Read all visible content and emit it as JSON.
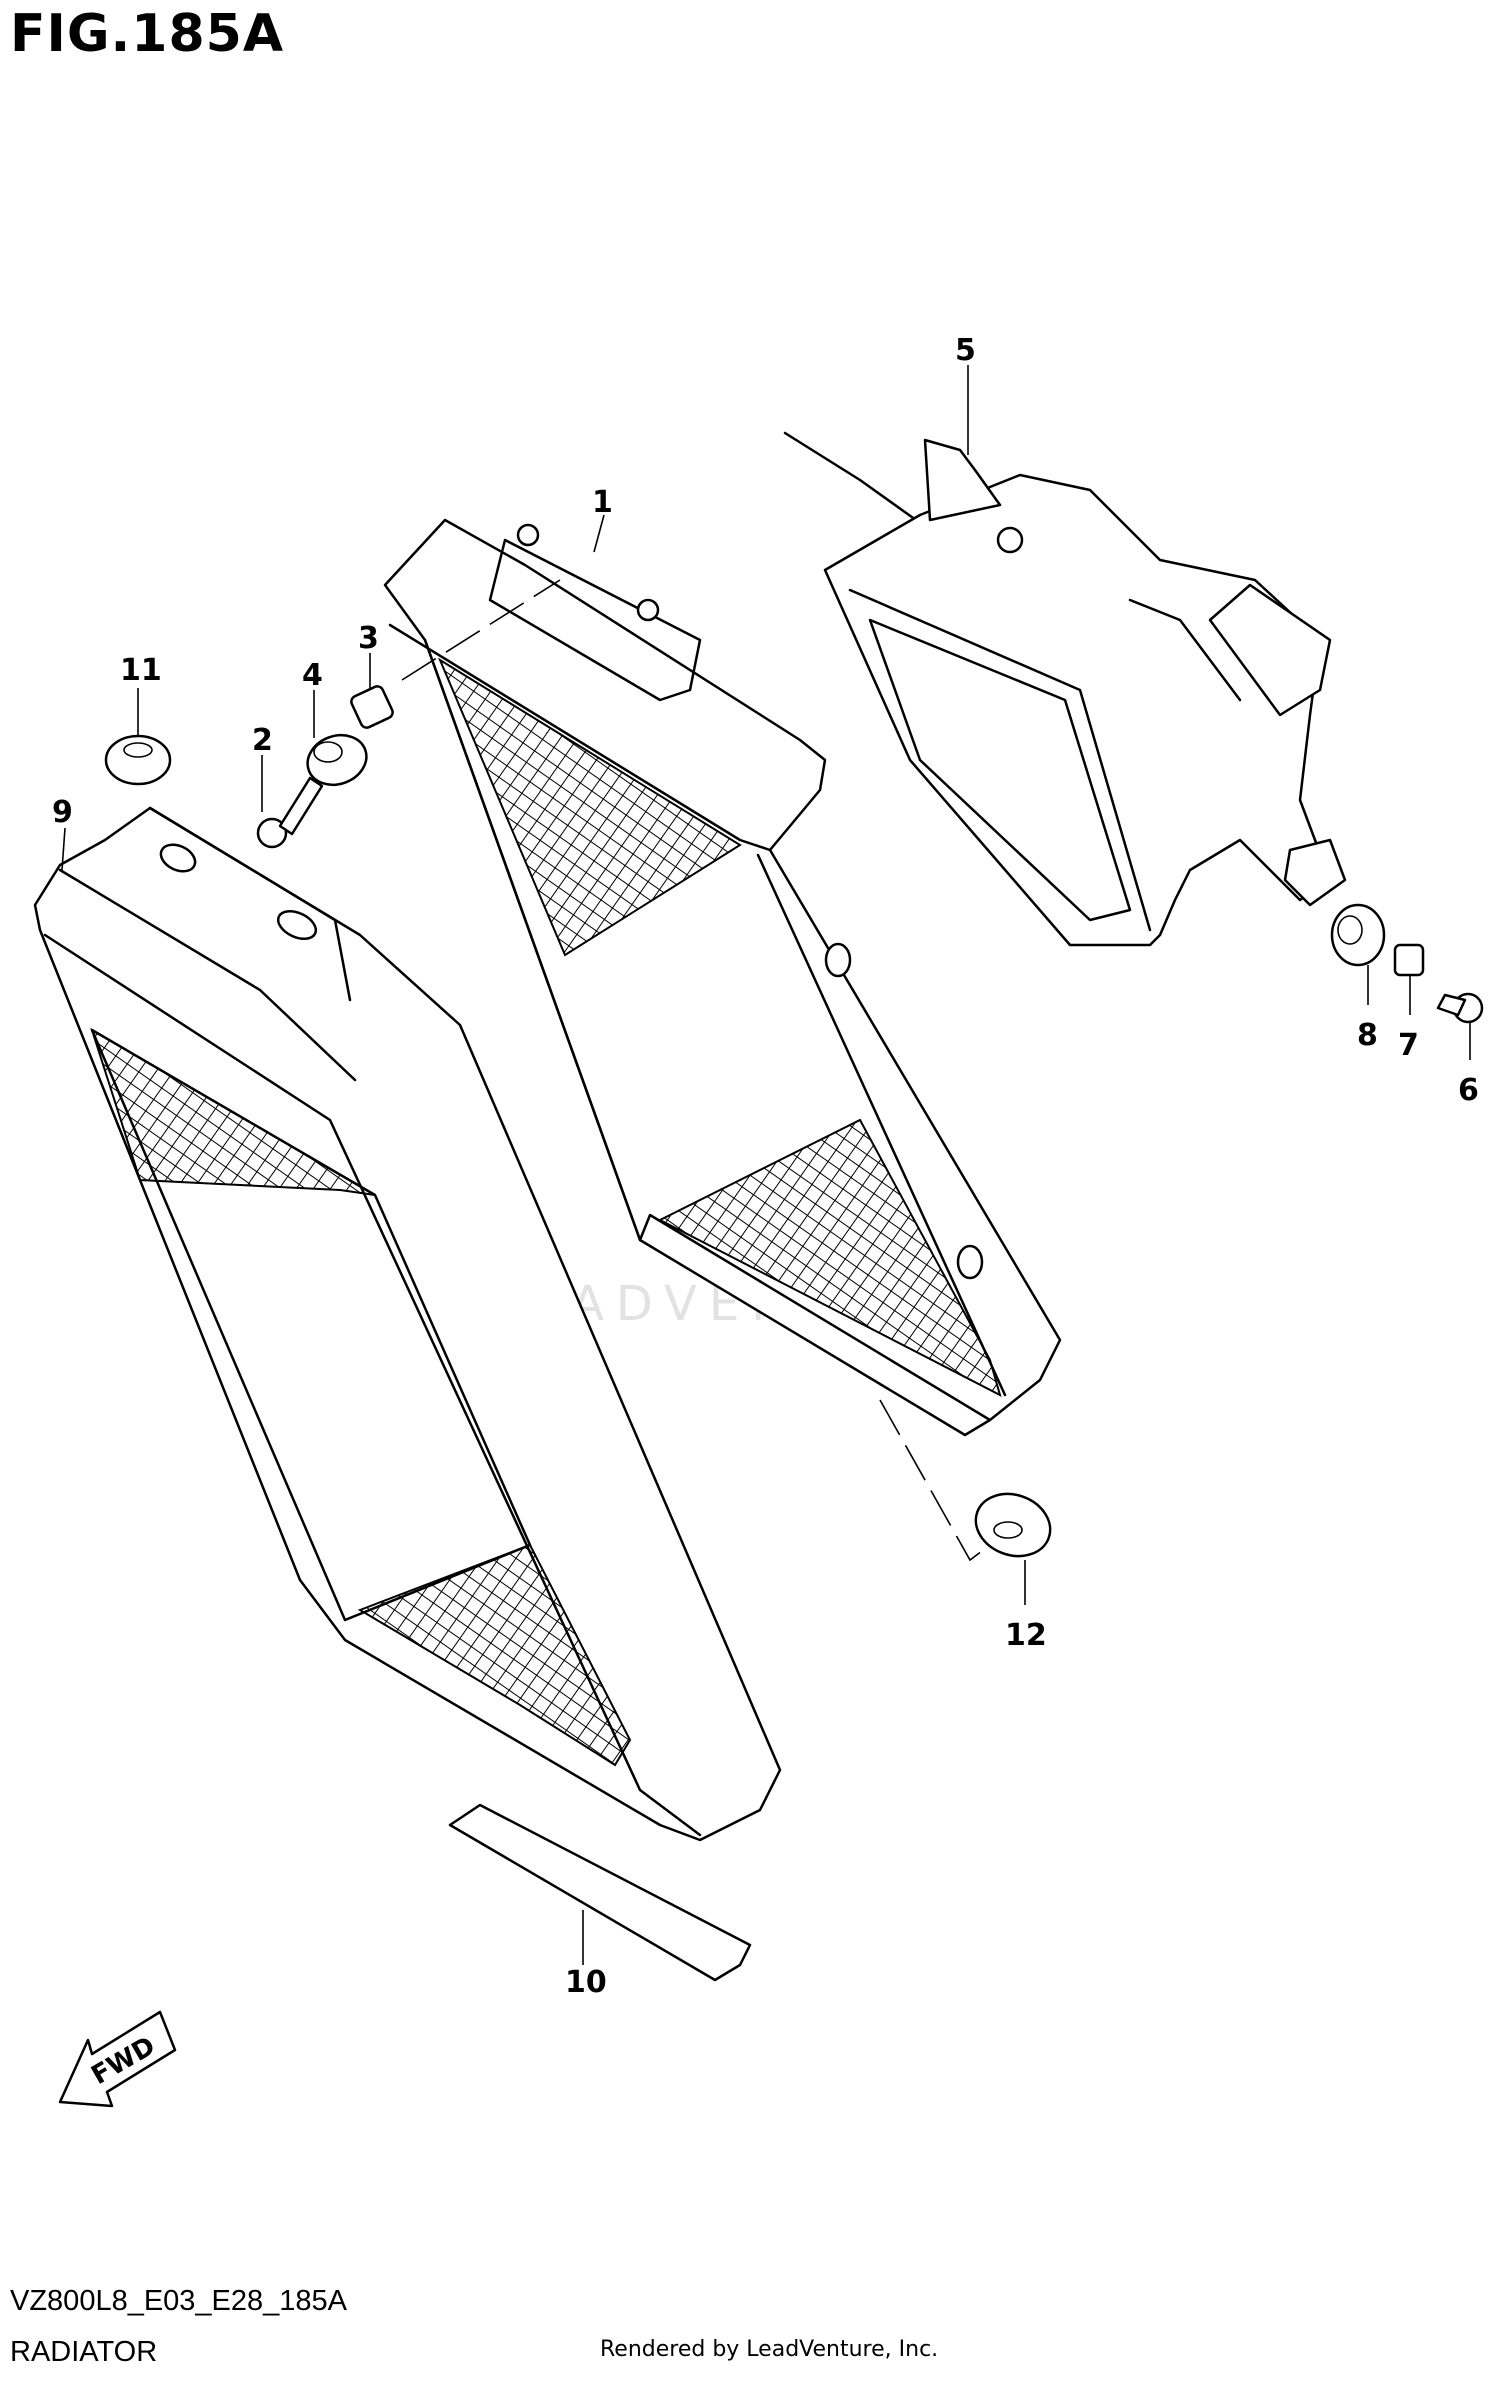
{
  "figure": {
    "title": "FIG.185A",
    "code": "VZ800L8_E03_E28_185A",
    "name": "RADIATOR",
    "credit": "Rendered by LeadVenture, Inc.",
    "watermark": "LEADVENTURE",
    "direction_label": "FWD"
  },
  "callouts": [
    "1",
    "2",
    "3",
    "4",
    "5",
    "6",
    "7",
    "8",
    "9",
    "10",
    "11",
    "12"
  ],
  "colors": {
    "line": "#000000",
    "background": "#ffffff",
    "watermark": "#e2e2e2"
  }
}
